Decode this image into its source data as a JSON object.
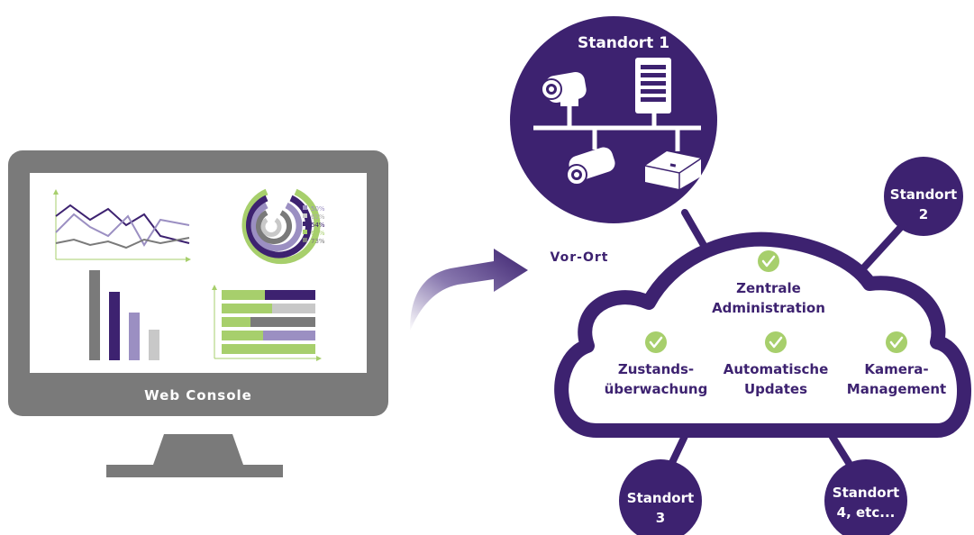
{
  "colors": {
    "purple": "#3d2270",
    "gray": "#7a7a7a",
    "green": "#a7cf6c",
    "lavender": "#9b8fc2",
    "light_gray": "#c8c8c8"
  },
  "monitor": {
    "label": "Web Console",
    "donut_legend": [
      "50%",
      "62%",
      "54%",
      "67%",
      "73%"
    ]
  },
  "arrow_icon": "curved-arrow-icon",
  "vor_ort_label": "Vor-Ort",
  "site1": {
    "title": "Standort 1",
    "devices": [
      "bullet-camera-icon",
      "server-tower-icon",
      "bullet-camera-icon",
      "recorder-box-icon"
    ]
  },
  "cloud": {
    "features": [
      {
        "line1": "Zentrale",
        "line2": "Administration",
        "icon": "check-circle-icon"
      },
      {
        "line1": "Zustands-",
        "line2": "überwachung",
        "icon": "check-circle-icon"
      },
      {
        "line1": "Automatische",
        "line2": "Updates",
        "icon": "check-circle-icon"
      },
      {
        "line1": "Kamera-",
        "line2": "Management",
        "icon": "check-circle-icon"
      }
    ]
  },
  "sites": [
    {
      "line1": "Standort",
      "line2": "2"
    },
    {
      "line1": "Standort",
      "line2": "3"
    },
    {
      "line1": "Standort",
      "line2": "4, etc..."
    }
  ]
}
